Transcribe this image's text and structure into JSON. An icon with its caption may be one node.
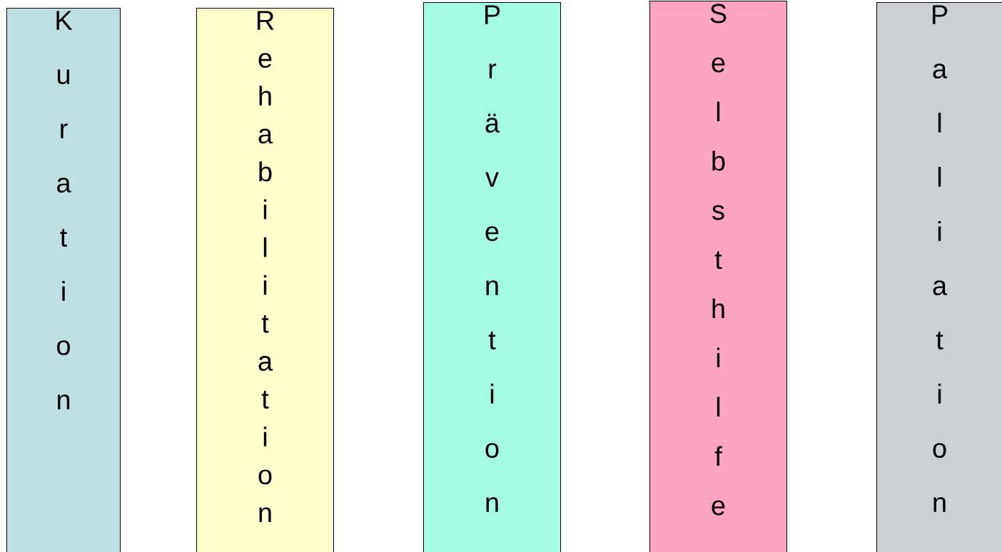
{
  "diagram": {
    "nodes": [
      {
        "text": [
          "Kuration"
        ]
      },
      {
        "text": [
          "Rehabilitation"
        ]
      },
      {
        "text": [
          "Prävention"
        ]
      },
      {
        "text": [
          "Selbsthilfe"
        ]
      },
      {
        "text": [
          "Palliation"
        ]
      }
    ]
  }
}
